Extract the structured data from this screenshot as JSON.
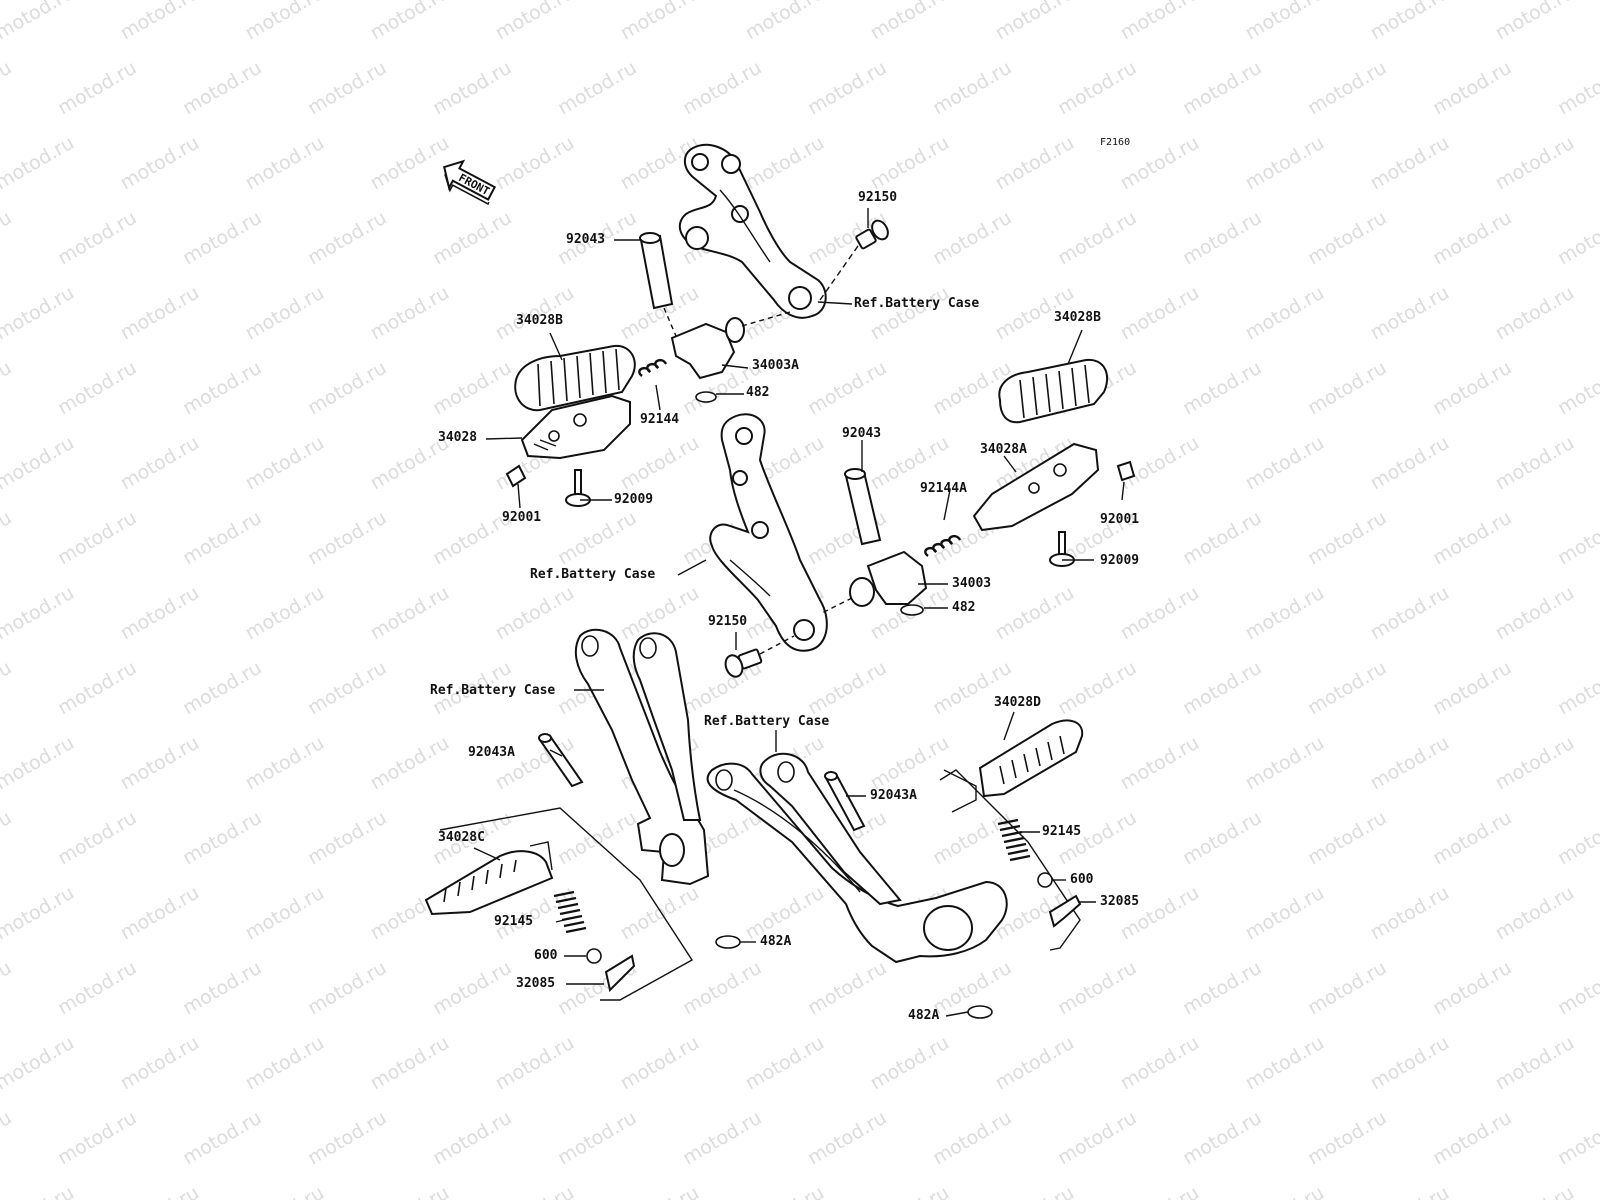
{
  "figure_code": "F2160",
  "front_label": "FRONT",
  "watermark": "motod.ru",
  "callouts": {
    "c92150_top": "92150",
    "c92043_top": "92043",
    "c_ref_battery_1": "Ref.Battery Case",
    "c34028B_left": "34028B",
    "c34003A": "34003A",
    "c482_top": "482",
    "c92144": "92144",
    "c34028": "34028",
    "c92001_left": "92001",
    "c92009_left": "92009",
    "c34028B_right": "34028B",
    "c92043_mid": "92043",
    "c92144A": "92144A",
    "c34028A": "34028A",
    "c92001_right": "92001",
    "c92009_right": "92009",
    "c_ref_battery_2": "Ref.Battery Case",
    "c34003": "34003",
    "c482_mid": "482",
    "c92150_mid": "92150",
    "c_ref_battery_3": "Ref.Battery Case",
    "c_ref_battery_4": "Ref.Battery Case",
    "c34028D": "34028D",
    "c92043A_left": "92043A",
    "c92043A_right": "92043A",
    "c92145_right": "92145",
    "c34028C": "34028C",
    "c600_right": "600",
    "c32085_right": "32085",
    "c92145_left": "92145",
    "c482A_left": "482A",
    "c600_left": "600",
    "c32085_left": "32085",
    "c482A_bottom": "482A"
  }
}
